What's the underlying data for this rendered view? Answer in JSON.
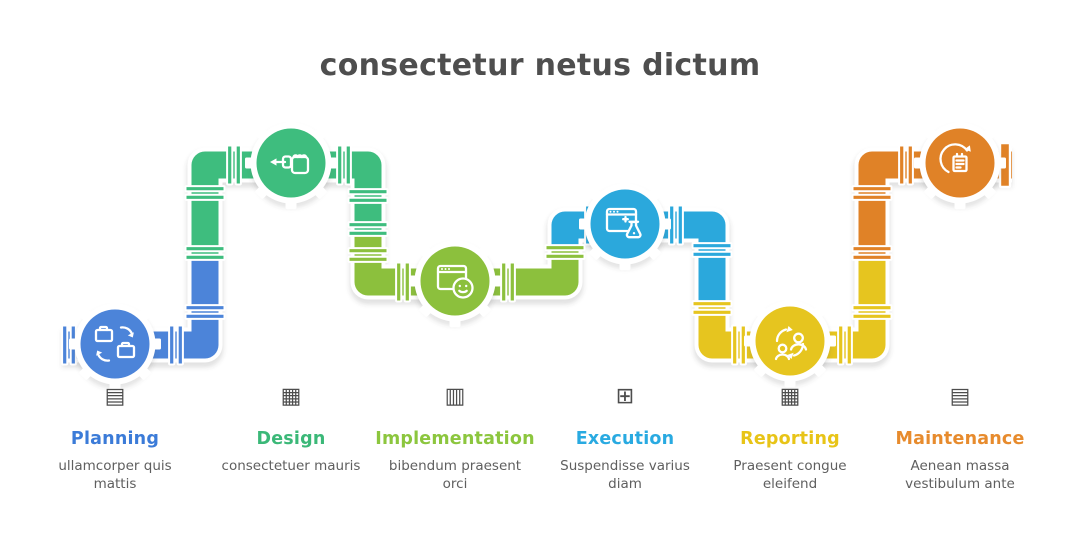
{
  "title": "consectetur netus dictum",
  "colors": {
    "blue": "#4c84d9",
    "green": "#3ebd7e",
    "yellowgreen": "#8cc03d",
    "cyan": "#2ba8dc",
    "yellow": "#e6c51f",
    "orange": "#e08227",
    "title_text": "#4e4e4e",
    "subtext": "#5f5f5f",
    "mini_icon": "#4d4d4d",
    "background": "#ffffff"
  },
  "stages": [
    {
      "label": "Planning",
      "label_color": "#3b7bd8",
      "pipe_color_key": "blue",
      "circle_icon": "briefcase-sync-icon",
      "mini_glyph": "▤",
      "sub1": "ullamcorper quis",
      "sub2": "mattis"
    },
    {
      "label": "Design",
      "label_color": "#3bb878",
      "pipe_color_key": "green",
      "circle_icon": "tape-measure-hand-icon",
      "mini_glyph": "▦",
      "sub1": "consectetuer mauris",
      "sub2": ""
    },
    {
      "label": "Implementation",
      "label_color": "#8cc63e",
      "pipe_color_key": "yellowgreen",
      "circle_icon": "window-clock-icon",
      "mini_glyph": "▥",
      "sub1": "bibendum praesent",
      "sub2": "orci"
    },
    {
      "label": "Execution",
      "label_color": "#29aae1",
      "pipe_color_key": "cyan",
      "circle_icon": "window-flask-icon",
      "mini_glyph": "⊞",
      "sub1": "Suspendisse varius",
      "sub2": "diam"
    },
    {
      "label": "Reporting",
      "label_color": "#e8c417",
      "pipe_color_key": "yellow",
      "circle_icon": "people-sync-icon",
      "mini_glyph": "▦",
      "sub1": "Praesent congue",
      "sub2": "eleifend"
    },
    {
      "label": "Maintenance",
      "label_color": "#e78b2d",
      "pipe_color_key": "orange",
      "circle_icon": "doc-refresh-icon",
      "mini_glyph": "▤",
      "sub1": "Aenean massa",
      "sub2": "vestibulum ante"
    }
  ]
}
